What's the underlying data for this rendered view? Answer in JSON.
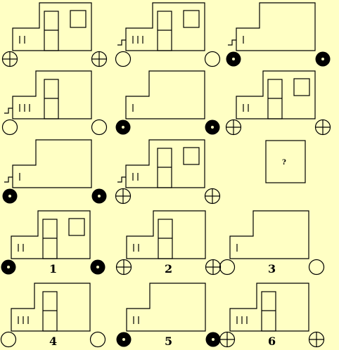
{
  "background_color": "#FFFFC4",
  "puzzle": {
    "question_mark": "?",
    "cells": [
      {
        "id": "r1c1",
        "body": "full",
        "ladder": false,
        "lines": 2,
        "door": true,
        "window": true,
        "wheel": "cross"
      },
      {
        "id": "r1c2",
        "body": "full",
        "ladder": true,
        "lines": 3,
        "door": true,
        "window": true,
        "wheel": "empty"
      },
      {
        "id": "r1c3",
        "body": "step",
        "ladder": true,
        "lines": 1,
        "door": false,
        "window": false,
        "wheel": "dot"
      },
      {
        "id": "r2c1",
        "body": "step",
        "ladder": true,
        "lines": 3,
        "door": true,
        "window": false,
        "wheel": "empty"
      },
      {
        "id": "r2c2",
        "body": "step",
        "ladder": false,
        "lines": 1,
        "door": false,
        "window": false,
        "wheel": "dot"
      },
      {
        "id": "r2c3",
        "body": "full",
        "ladder": false,
        "lines": 2,
        "door": true,
        "window": true,
        "wheel": "cross"
      },
      {
        "id": "r3c1",
        "body": "step",
        "ladder": true,
        "lines": 1,
        "door": false,
        "window": false,
        "wheel": "dot"
      },
      {
        "id": "r3c2",
        "body": "step",
        "ladder": true,
        "lines": 2,
        "door": true,
        "window": true,
        "wheel": "cross"
      }
    ]
  },
  "answers": [
    {
      "label": "1",
      "body": "full",
      "ladder": false,
      "lines": 2,
      "door": true,
      "window": true,
      "wheel": "dot"
    },
    {
      "label": "2",
      "body": "full",
      "ladder": false,
      "lines": 2,
      "door": true,
      "window": false,
      "wheel": "cross"
    },
    {
      "label": "3",
      "body": "step",
      "ladder": false,
      "lines": 1,
      "door": false,
      "window": false,
      "wheel": "empty"
    },
    {
      "label": "4",
      "body": "step",
      "ladder": false,
      "lines": 3,
      "door": true,
      "window": false,
      "wheel": "empty"
    },
    {
      "label": "5",
      "body": "step",
      "ladder": false,
      "lines": 2,
      "door": false,
      "window": false,
      "wheel": "dot"
    },
    {
      "label": "6",
      "body": "full",
      "ladder": false,
      "lines": 3,
      "door": true,
      "window": false,
      "wheel": "cross"
    }
  ]
}
